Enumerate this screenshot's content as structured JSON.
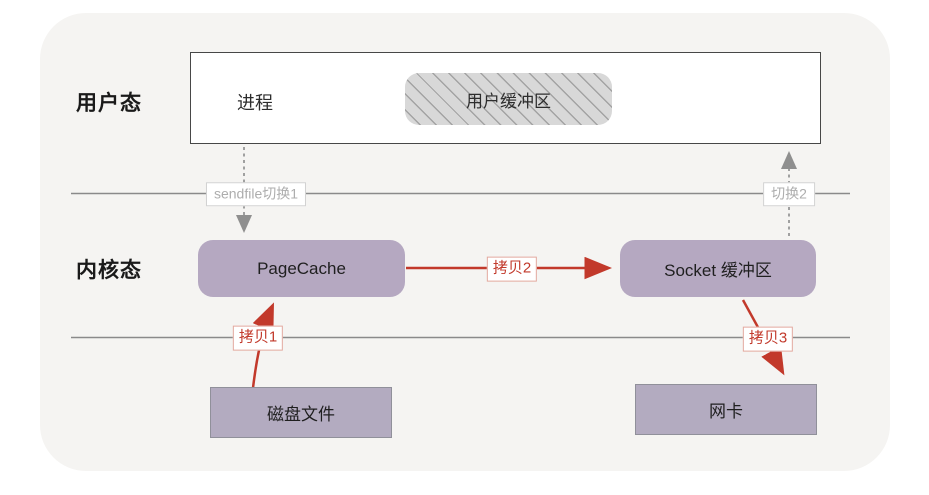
{
  "diagram": {
    "title_implied": "sendfile zero-copy data flow",
    "colors": {
      "card_background": "#f5f4f2",
      "kernel_node_fill": "#b5a8c1",
      "hardware_node_fill": "#b3abc0",
      "hardware_node_border": "#90909a",
      "copy_arrow_red": "#c2392b",
      "copy_chip_border": "#e2a89e",
      "switch_chip_text": "#adadad",
      "boundary_line": "#8a8a8a",
      "dashed_arrow": "#a0a0a0",
      "user_buffer_fill": "#d8d8d8",
      "user_buffer_hatch": "#a3a3a3"
    },
    "zones": {
      "user": {
        "label": "用户态"
      },
      "kernel": {
        "label": "内核态"
      }
    },
    "nodes": {
      "process": {
        "label": "进程"
      },
      "user_buffer": {
        "label": "用户缓冲区"
      },
      "page_cache": {
        "label": "PageCache"
      },
      "socket_buffer": {
        "label": "Socket 缓冲区"
      },
      "disk_file": {
        "label": "磁盘文件"
      },
      "nic": {
        "label": "网卡"
      }
    },
    "edges": {
      "switch1": {
        "label": "sendfile切换1",
        "style": "dashed-gray",
        "from": "process",
        "to": "page_cache"
      },
      "switch2": {
        "label": "切换2",
        "style": "dashed-gray",
        "from": "socket_buffer",
        "to": "process"
      },
      "copy1": {
        "label": "拷贝1",
        "style": "solid-red",
        "from": "disk_file",
        "to": "page_cache"
      },
      "copy2": {
        "label": "拷贝2",
        "style": "solid-red",
        "from": "page_cache",
        "to": "socket_buffer"
      },
      "copy3": {
        "label": "拷贝3",
        "style": "solid-red",
        "from": "socket_buffer",
        "to": "nic"
      }
    }
  }
}
